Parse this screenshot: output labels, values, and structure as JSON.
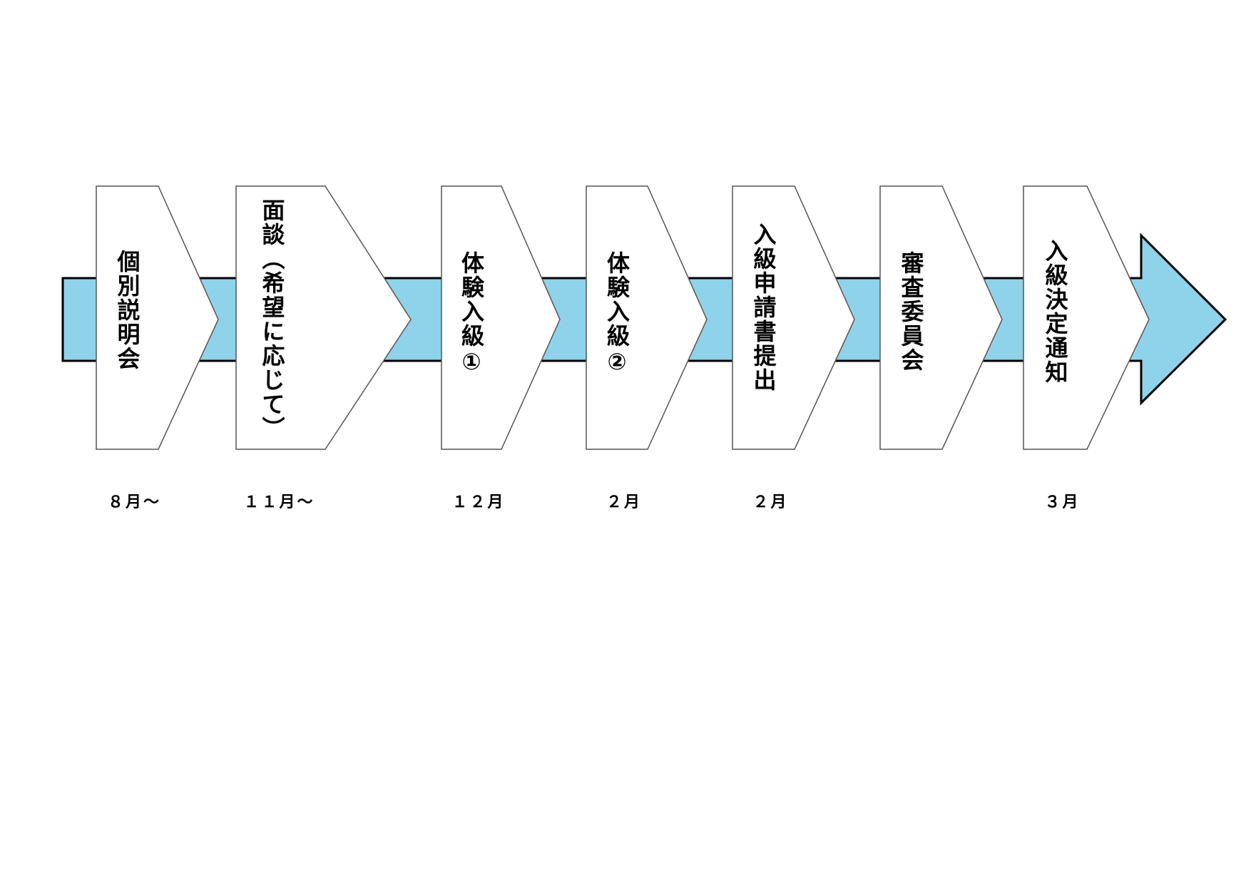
{
  "colors": {
    "band": "#8fd3ea",
    "outline": "#000000",
    "box": "#ffffff"
  },
  "steps": [
    {
      "label": "個別説明会",
      "date": "８月～"
    },
    {
      "label": "面談（希望に応じて）",
      "date": "１１月～"
    },
    {
      "label": "体験入級①",
      "date": "１２月"
    },
    {
      "label": "体験入級②",
      "date": "２月"
    },
    {
      "label": "入級申請書提出",
      "date": "２月"
    },
    {
      "label": "審査委員会",
      "date": ""
    },
    {
      "label": "入級決定通知",
      "date": "３月"
    }
  ]
}
